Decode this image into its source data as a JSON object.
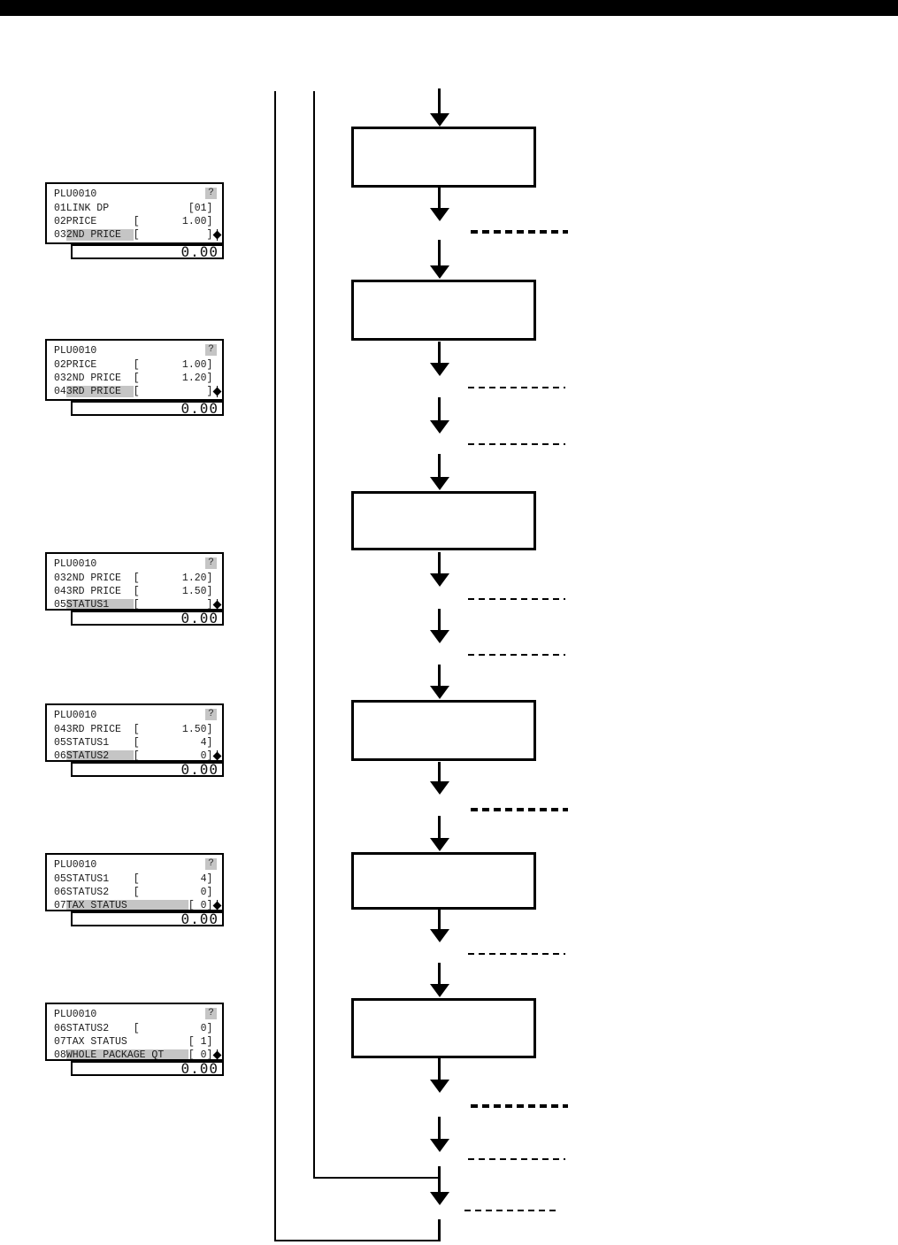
{
  "flowchart": {
    "box_count": 6,
    "arrow_count": 16,
    "dashed_connector_count": 10
  },
  "lcd_screens": [
    {
      "title": "PLU0010",
      "help_icon": "?",
      "amount": "0.00",
      "rows": [
        {
          "a": "01LINK DP             [01]",
          "b": "",
          "c": ""
        },
        {
          "a": "02PRICE      [       1.00]",
          "b": "",
          "c": ""
        },
        {
          "a": "03",
          "b": "2ND PRICE  ",
          "c": "[           ]"
        }
      ]
    },
    {
      "title": "PLU0010",
      "help_icon": "?",
      "amount": "0.00",
      "rows": [
        {
          "a": "02PRICE      [       1.00]",
          "b": "",
          "c": ""
        },
        {
          "a": "032ND PRICE  [       1.20]",
          "b": "",
          "c": ""
        },
        {
          "a": "04",
          "b": "3RD PRICE  ",
          "c": "[           ]"
        }
      ]
    },
    {
      "title": "PLU0010",
      "help_icon": "?",
      "amount": "0.00",
      "rows": [
        {
          "a": "032ND PRICE  [       1.20]",
          "b": "",
          "c": ""
        },
        {
          "a": "043RD PRICE  [       1.50]",
          "b": "",
          "c": ""
        },
        {
          "a": "05",
          "b": "STATUS1    ",
          "c": "[           ]"
        }
      ]
    },
    {
      "title": "PLU0010",
      "help_icon": "?",
      "amount": "0.00",
      "rows": [
        {
          "a": "043RD PRICE  [       1.50]",
          "b": "",
          "c": ""
        },
        {
          "a": "05STATUS1    [          4]",
          "b": "",
          "c": ""
        },
        {
          "a": "06",
          "b": "STATUS2    ",
          "c": "[          0]"
        }
      ]
    },
    {
      "title": "PLU0010",
      "help_icon": "?",
      "amount": "0.00",
      "rows": [
        {
          "a": "05STATUS1    [          4]",
          "b": "",
          "c": ""
        },
        {
          "a": "06STATUS2    [          0]",
          "b": "",
          "c": ""
        },
        {
          "a": "07",
          "b": "TAX STATUS          ",
          "c": "[ 0]"
        }
      ]
    },
    {
      "title": "PLU0010",
      "help_icon": "?",
      "amount": "0.00",
      "rows": [
        {
          "a": "06STATUS2    [          0]",
          "b": "",
          "c": ""
        },
        {
          "a": "07TAX STATUS          [ 1]",
          "b": "",
          "c": ""
        },
        {
          "a": "08",
          "b": "WHOLE PACKAGE QT    ",
          "c": "[ 0]"
        }
      ]
    }
  ]
}
